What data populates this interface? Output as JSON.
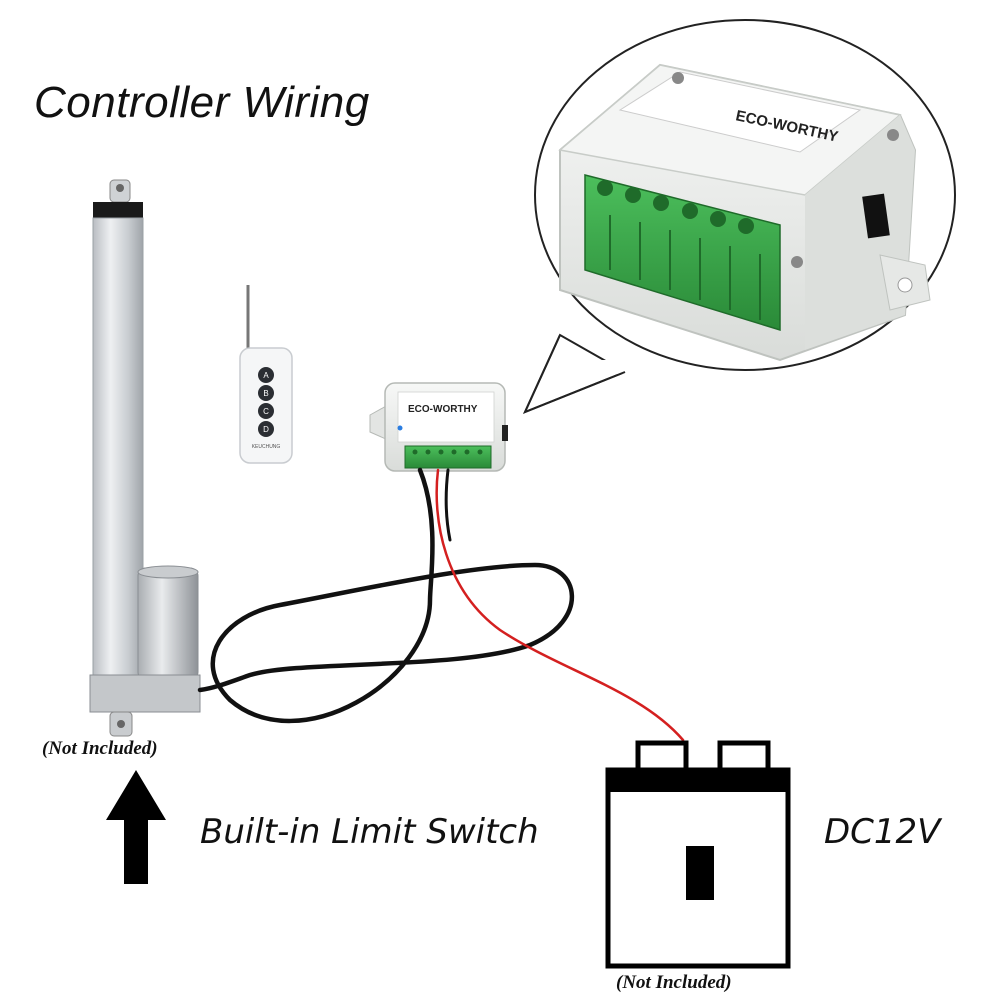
{
  "title": "Controller Wiring",
  "labels": {
    "actuator_not_included": "(Not Included)",
    "limit_switch": "Built-in Limit Switch",
    "voltage": "DC12V",
    "battery_not_included": "(Not Included)"
  },
  "controller": {
    "brand": "ECO-WORTHY"
  },
  "remote": {
    "buttons": [
      "A",
      "B",
      "C",
      "D"
    ],
    "brand": "KEUCHUNG"
  },
  "colors": {
    "wire_positive": "#d42020",
    "wire_negative": "#111111",
    "terminal_green": "#3aa64a",
    "controller_body": "#eef0ee",
    "actuator_body": "#d3d6d9",
    "battery_outline": "#000000"
  },
  "icons": {
    "arrow": "up-arrow-icon",
    "battery": "battery-icon",
    "remote": "remote-control-icon",
    "actuator": "linear-actuator-icon",
    "controller": "controller-box-icon"
  }
}
